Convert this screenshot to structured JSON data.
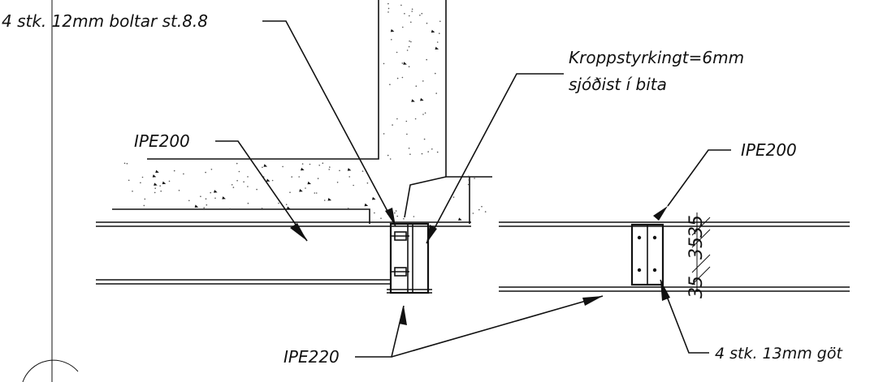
{
  "labels": {
    "bolts": "4 stk. 12mm boltar st.8.8",
    "web_stiffener_line1": "Kroppstyrkingt=6mm",
    "web_stiffener_line2": "sjóðist í bita",
    "beam_left": "IPE200",
    "beam_right": "IPE200",
    "column_beam": "IPE220",
    "holes": "4 stk. 13mm göt"
  },
  "dimensions": {
    "top_1": "35",
    "top_2": "35",
    "side": "35"
  },
  "colors": {
    "ink": "#111111",
    "paper": "#ffffff"
  }
}
